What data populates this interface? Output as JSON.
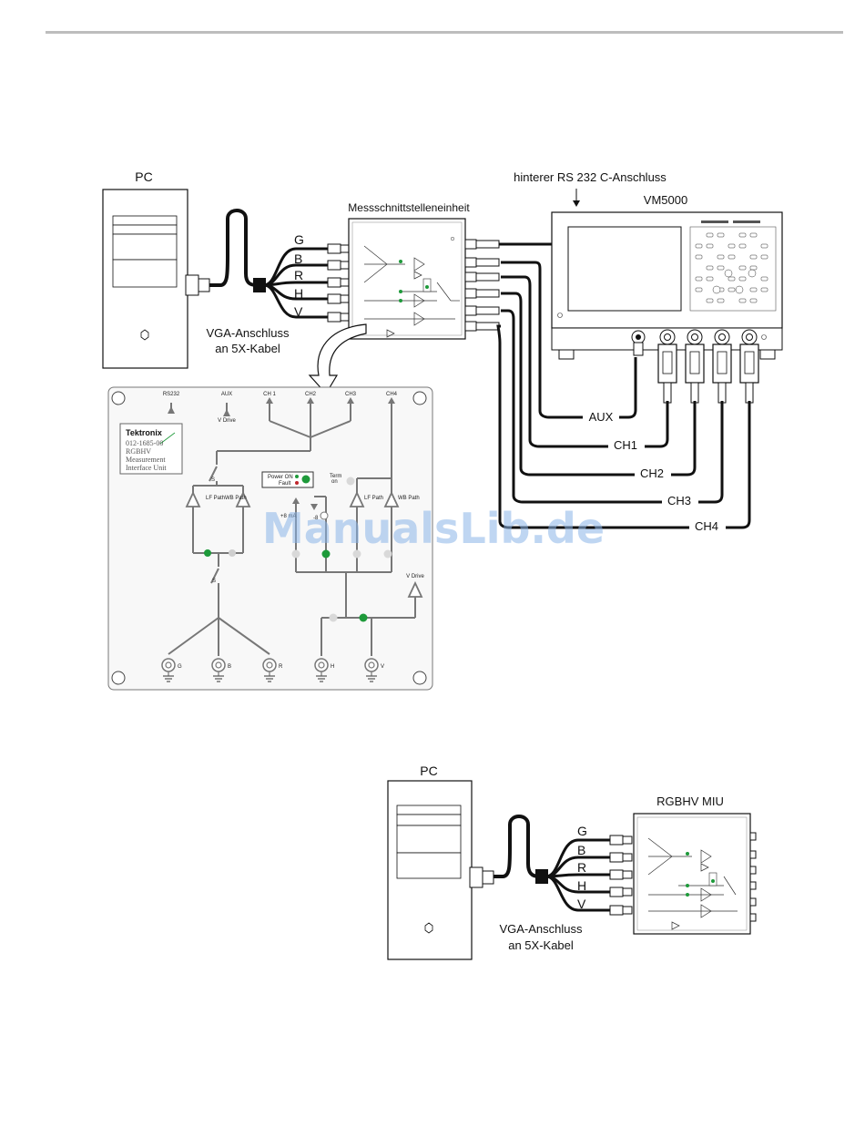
{
  "top": {
    "pc_label": "PC",
    "miu_label": "Messschnittstelleneinheit",
    "scope_label": "VM5000",
    "rs232_label": "hinterer RS 232 C-Anschluss",
    "vga_label_line1": "VGA-Anschluss",
    "vga_label_line2": "an 5X-Kabel",
    "signals": [
      "G",
      "B",
      "R",
      "H",
      "V"
    ],
    "channels": [
      "AUX",
      "CH1",
      "CH2",
      "CH3",
      "CH4"
    ]
  },
  "detail": {
    "top_labels": [
      "RS232",
      "AUX",
      "CH 1",
      "CH2",
      "CH3",
      "CH4"
    ],
    "vdrive_top": "V Drive",
    "brand": "Tektronix",
    "part_number": "012-1685-00",
    "model": "RGBHV",
    "desc_line1": "Measurement",
    "desc_line2": "Interface Unit",
    "power_on": "Power ON",
    "fault": "Fault",
    "term": "Term",
    "term_sub": "on",
    "lf_path": "LF Path",
    "wb_path": "WB Path",
    "ma_plus": "+8 mA",
    "ma_minus": "-8",
    "vdrive_right": "V Drive",
    "switch_s": "S",
    "bottom_labels": [
      "G",
      "B",
      "R",
      "H",
      "V"
    ]
  },
  "bottom": {
    "pc_label": "PC",
    "miu_label": "RGBHV MIU",
    "vga_label_line1": "VGA-Anschluss",
    "vga_label_line2": "an 5X-Kabel",
    "signals": [
      "G",
      "B",
      "R",
      "H",
      "V"
    ]
  },
  "watermark": "ManualsLib.de",
  "colors": {
    "line": "#111111",
    "gray": "#777777",
    "green": "#1e9a3a",
    "header_rule": "#bbbbbb",
    "panel": "#f7f7f7"
  }
}
